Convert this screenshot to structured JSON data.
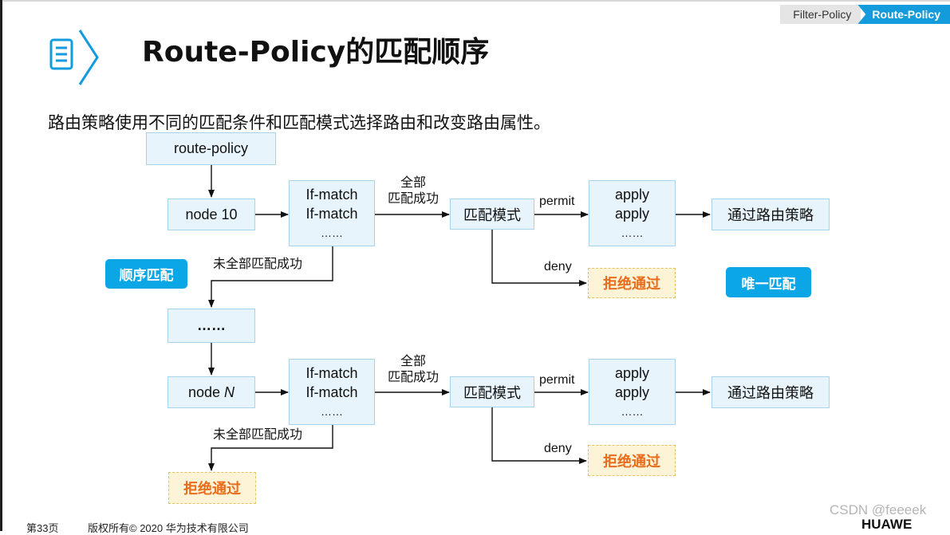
{
  "header": {
    "title": "Route-Policy的匹配顺序",
    "breadcrumbs": [
      "Filter-Policy",
      "Route-Policy"
    ],
    "icon": "document-icon"
  },
  "subtitle": "路由策略使用不同的匹配条件和匹配模式选择路由和改变路由属性。",
  "diagram": {
    "root": "route-policy",
    "node_top": "node 10",
    "node_bottom_prefix": "node ",
    "node_bottom_var": "N",
    "ellipsis_box": "……",
    "ifmatch": [
      "If-match",
      "If-match",
      "……"
    ],
    "all_match_line1": "全部",
    "all_match_line2": "匹配成功",
    "mode": "匹配模式",
    "permit": "permit",
    "deny": "deny",
    "apply": [
      "apply",
      "apply",
      "……"
    ],
    "pass": "通过路由策略",
    "reject": "拒绝通过",
    "not_all_match": "未全部匹配成功",
    "tag_order": "顺序匹配",
    "tag_unique": "唯一匹配"
  },
  "footer": {
    "page": "第33页",
    "copyright": "版权所有© 2020 华为技术有限公司",
    "watermark": "CSDN @feeeek",
    "brand": "HUAWE"
  },
  "colors": {
    "accent": "#139bdc",
    "box_fill": "#e8f4fb",
    "box_border": "#a9d3ec",
    "reject_fill": "#fdf3d6",
    "reject_text": "#e86d1c",
    "tag_fill": "#0aa6e6"
  }
}
